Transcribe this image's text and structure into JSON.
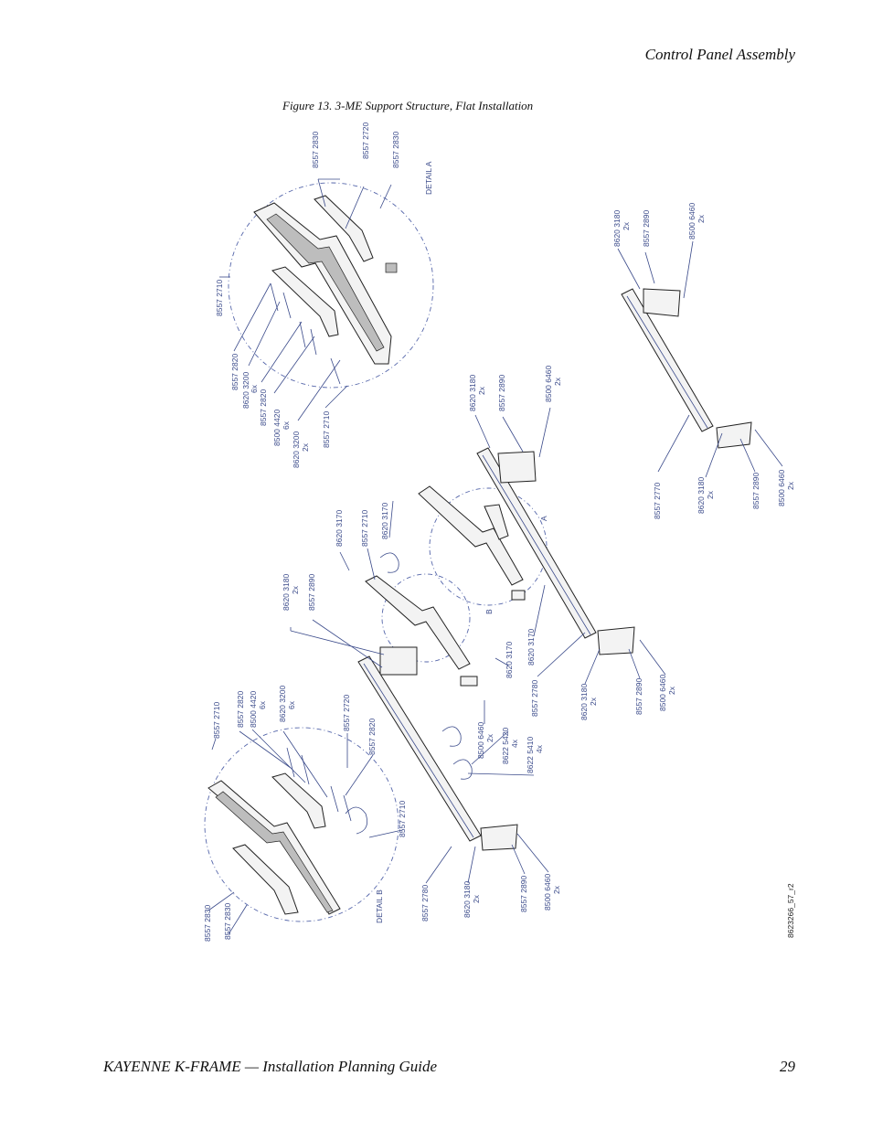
{
  "header": {
    "section_title": "Control Panel Assembly"
  },
  "caption": "Figure 13.  3-ME Support Structure, Flat Installation",
  "footer": {
    "title": "KAYENNE K-FRAME  —  Installation Planning Guide",
    "page": "29"
  },
  "callouts": {
    "da1": "8557 2830",
    "da2": "8557 2720",
    "da3": "8557 2830",
    "da4": "DETAIL A",
    "da5": "8557 2710",
    "da6": "8557 2820",
    "da7": "8620 3200",
    "da7q": "6x",
    "da8": "8557 2820",
    "da9": "8500 4420",
    "da9q": "6x",
    "da10": "8620 3200",
    "da10q": "2x",
    "da11": "8557 2710",
    "m1": "8620 3180",
    "m1q": "2x",
    "m2": "8557 2890",
    "m3": "8500 6460",
    "m3q": "2x",
    "r1": "8620 3180",
    "r1q": "2x",
    "r2": "8557 2890",
    "r3": "8500 6460",
    "r3q": "2x",
    "r4": "8557 2770",
    "r5": "8620 3180",
    "r5q": "2x",
    "r6": "8557 2890",
    "r7": "8500 6460",
    "r7q": "2x",
    "c1": "8620 3170",
    "c2": "8557 2710",
    "c3": "8620 3170",
    "cA": "A",
    "cB": "B",
    "l1": "8620 3180",
    "l1q": "2x",
    "l2": "8557 2890",
    "c4": "8620 3170",
    "c5": "8620 3170",
    "b1": "8620 3180",
    "b1q": "2x",
    "b2": "8557 2890",
    "b3": "8500 6460",
    "b3q": "2x",
    "b4": "8557 2780",
    "b5": "8500 6460",
    "b5q": "2x",
    "b6": "8622 5420",
    "b6q": "4x",
    "b7": "8622 5410",
    "b7q": "4x",
    "db1": "8557 2710",
    "db2": "8557 2820",
    "db3": "8500 4420",
    "db3q": "6x",
    "db4": "8620 3200",
    "db4q": "6x",
    "db5": "8557 2720",
    "db6": "8557 2820",
    "db7": "8557 2710",
    "db8": "DETAIL B",
    "db9": "8557 2830",
    "db10": "8557 2830",
    "f1": "8557 2780",
    "f2": "8620 3180",
    "f2q": "2x",
    "f3": "8557 2890",
    "f4": "8500 6460",
    "f4q": "2x",
    "drawing_id": "8623266_57_r2"
  }
}
